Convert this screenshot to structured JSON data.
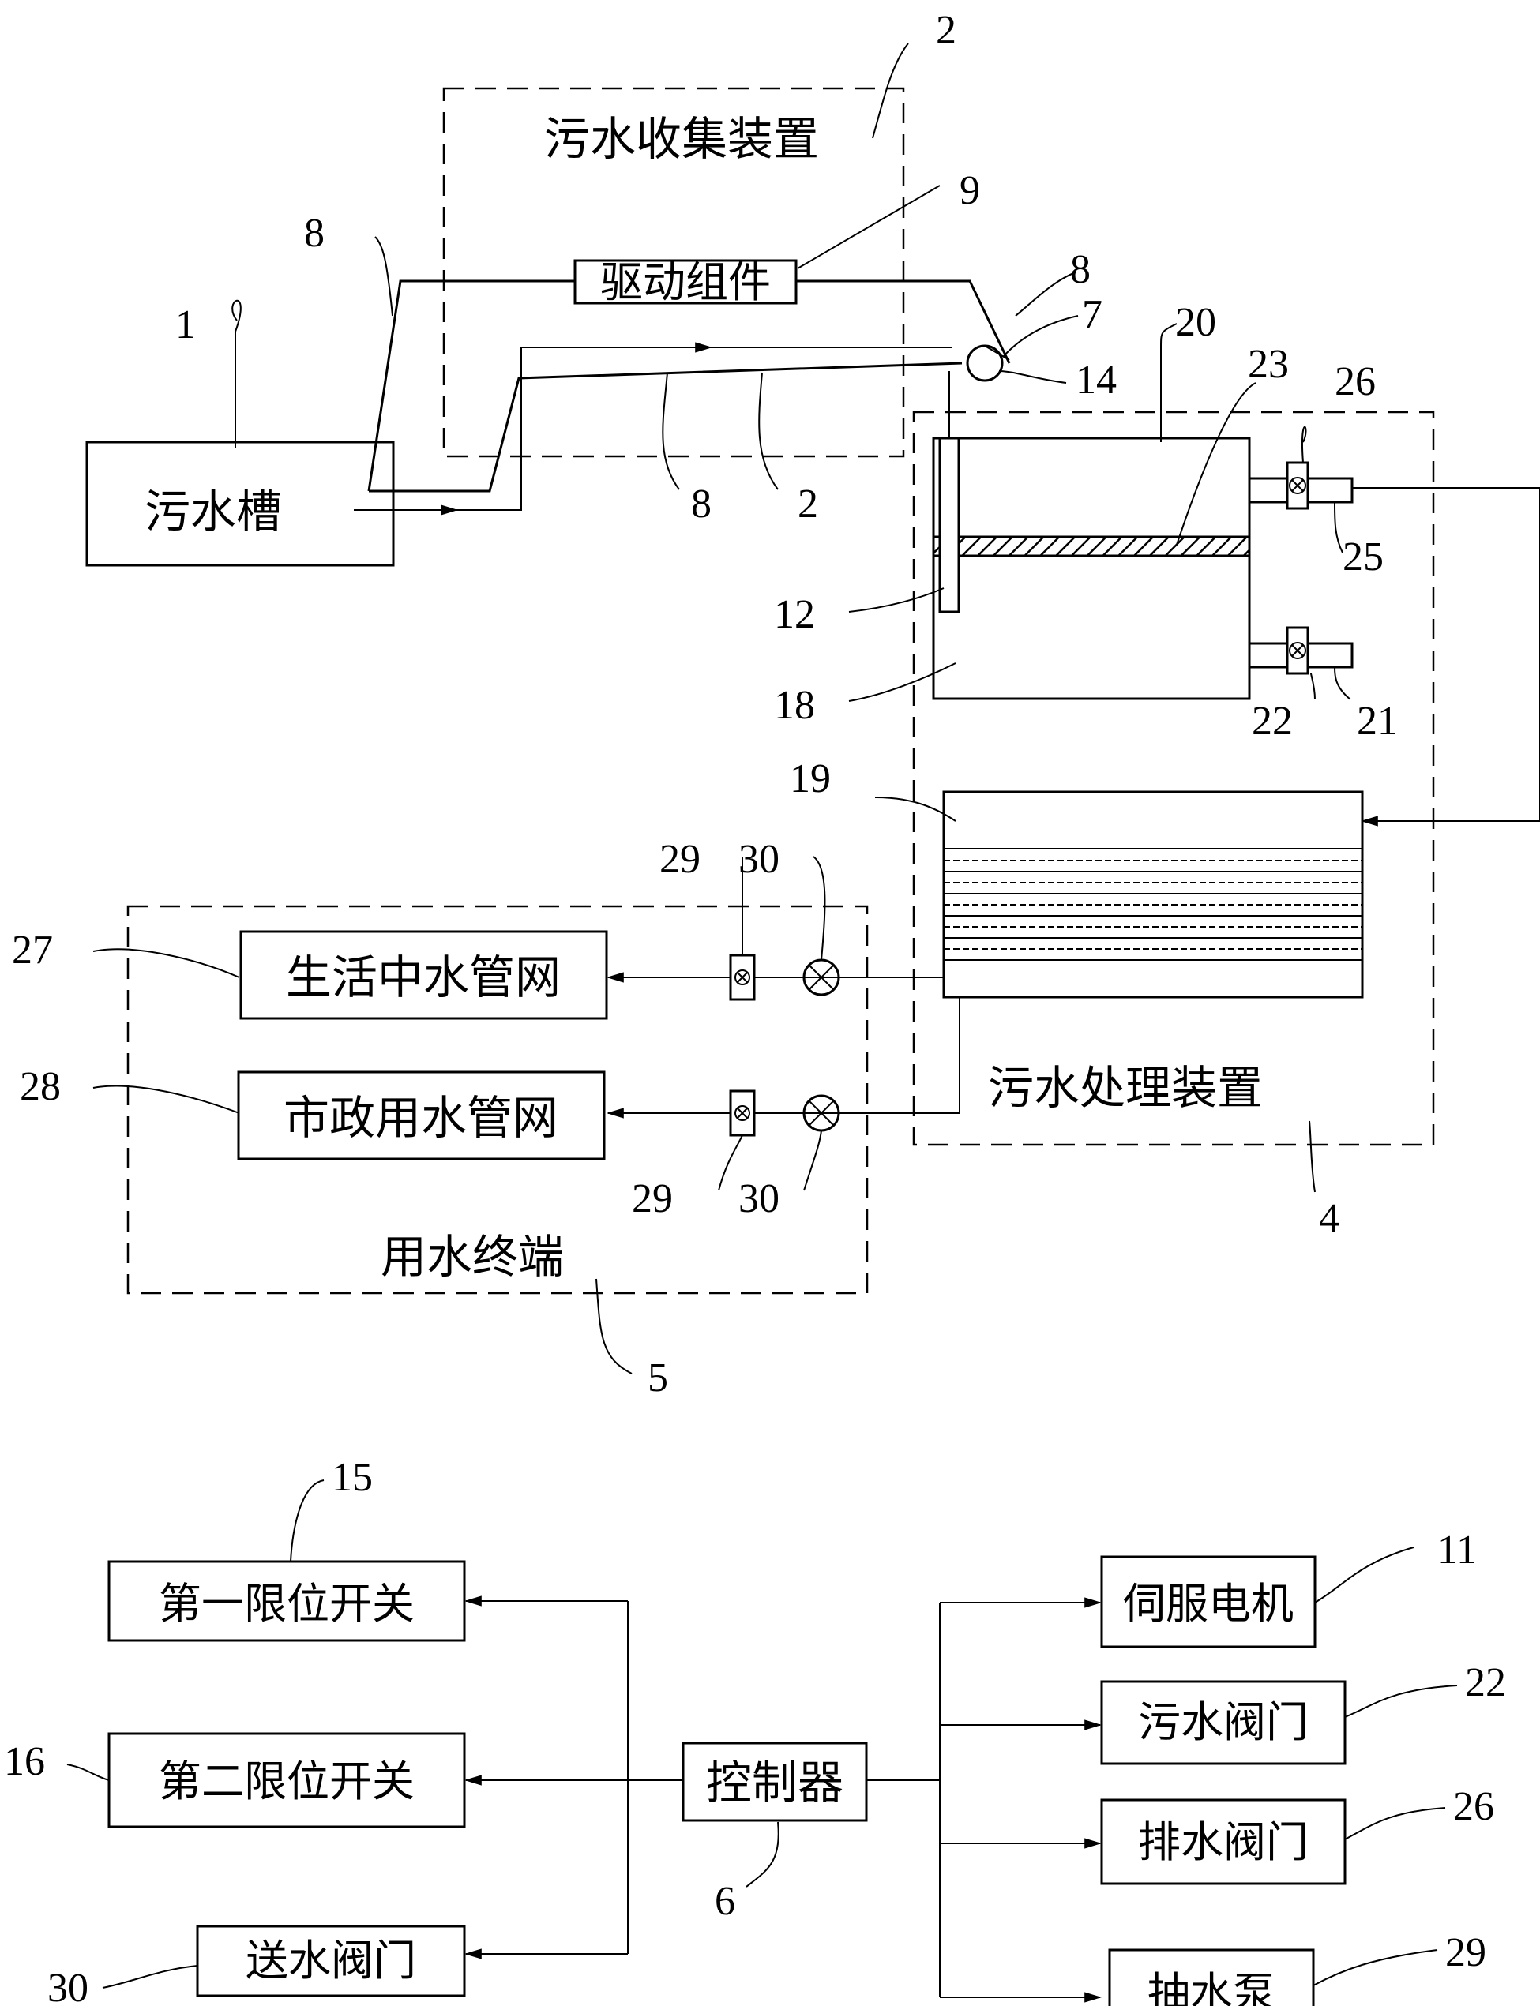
{
  "top_diagram": {
    "groups": {
      "collection_device": "污水收集装置",
      "treatment_device": "污水处理装置",
      "water_terminal": "用水终端"
    },
    "blocks": {
      "sewage_tank": "污水槽",
      "drive_assembly": "驱动组件",
      "domestic_network": "生活中水管网",
      "municipal_network": "市政用水管网"
    },
    "ref_numbers": {
      "n1": "1",
      "n2_top": "2",
      "n2_bottom": "2",
      "n4": "4",
      "n5": "5",
      "n7": "7",
      "n8_left": "8",
      "n8_right": "8",
      "n8_bottom": "8",
      "n9": "9",
      "n12": "12",
      "n14": "14",
      "n18": "18",
      "n19": "19",
      "n20": "20",
      "n21": "21",
      "n22": "22",
      "n23": "23",
      "n25": "25",
      "n26": "26",
      "n27": "27",
      "n28": "28",
      "n29_top": "29",
      "n29_bottom": "29",
      "n30_top": "30",
      "n30_bottom": "30"
    }
  },
  "control_diagram": {
    "controller": {
      "label": "控制器",
      "ref": "6"
    },
    "inputs": [
      {
        "label": "第一限位开关",
        "ref": "15"
      },
      {
        "label": "第二限位开关",
        "ref": "16"
      },
      {
        "label": "送水阀门",
        "ref": "30"
      }
    ],
    "outputs": [
      {
        "label": "伺服电机",
        "ref": "11"
      },
      {
        "label": "污水阀门",
        "ref": "22"
      },
      {
        "label": "排水阀门",
        "ref": "26"
      },
      {
        "label": "抽水泵",
        "ref": "29"
      }
    ]
  }
}
